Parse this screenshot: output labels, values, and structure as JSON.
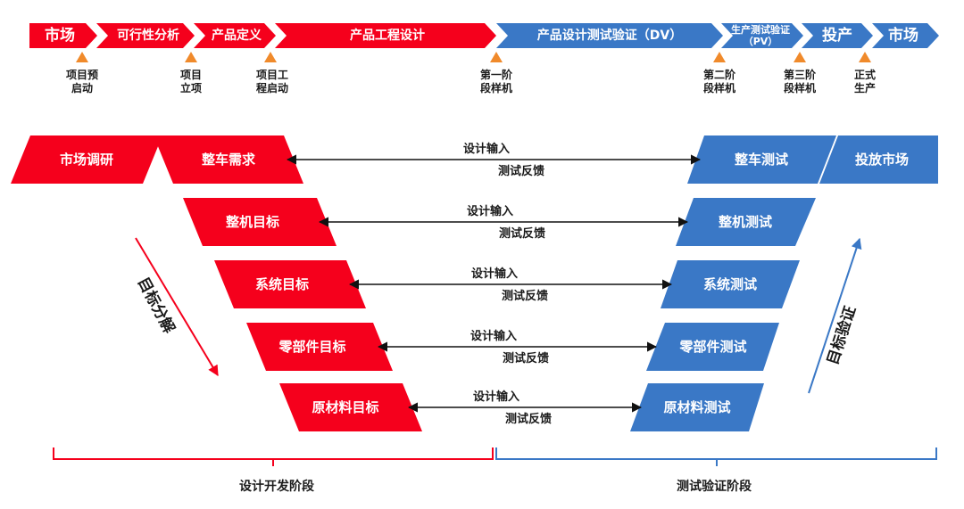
{
  "colors": {
    "red": "#f5001c",
    "blue": "#3a78c6",
    "orange": "#f08a2b",
    "dark": "#111111"
  },
  "timeline": {
    "segments": [
      "市场",
      "可行性分析",
      "产品定义",
      "产品工程设计",
      "产品设计测试验证（DV）",
      "生产测试验证（PV）",
      "投产",
      "市场"
    ],
    "milestones": [
      [
        "项目预",
        "启动"
      ],
      [
        "项目",
        "立项"
      ],
      [
        "项目工",
        "程启动"
      ],
      [
        "第一阶",
        "段样机"
      ],
      [
        "第二阶",
        "段样机"
      ],
      [
        "第三阶",
        "段样机"
      ],
      [
        "正式",
        "生产"
      ]
    ]
  },
  "left_blocks": [
    "市场调研",
    "整车需求",
    "整机目标",
    "系统目标",
    "零部件目标",
    "原材料目标"
  ],
  "right_blocks": [
    "整车测试",
    "投放市场",
    "整机测试",
    "系统测试",
    "零部件测试",
    "原材料测试"
  ],
  "arrow_labels": {
    "input": "设计输入",
    "feedback": "测试反馈"
  },
  "side_labels": {
    "left": "目标分解",
    "right": "目标验证"
  },
  "phases": {
    "left": "设计开发阶段",
    "right": "测试验证阶段"
  }
}
